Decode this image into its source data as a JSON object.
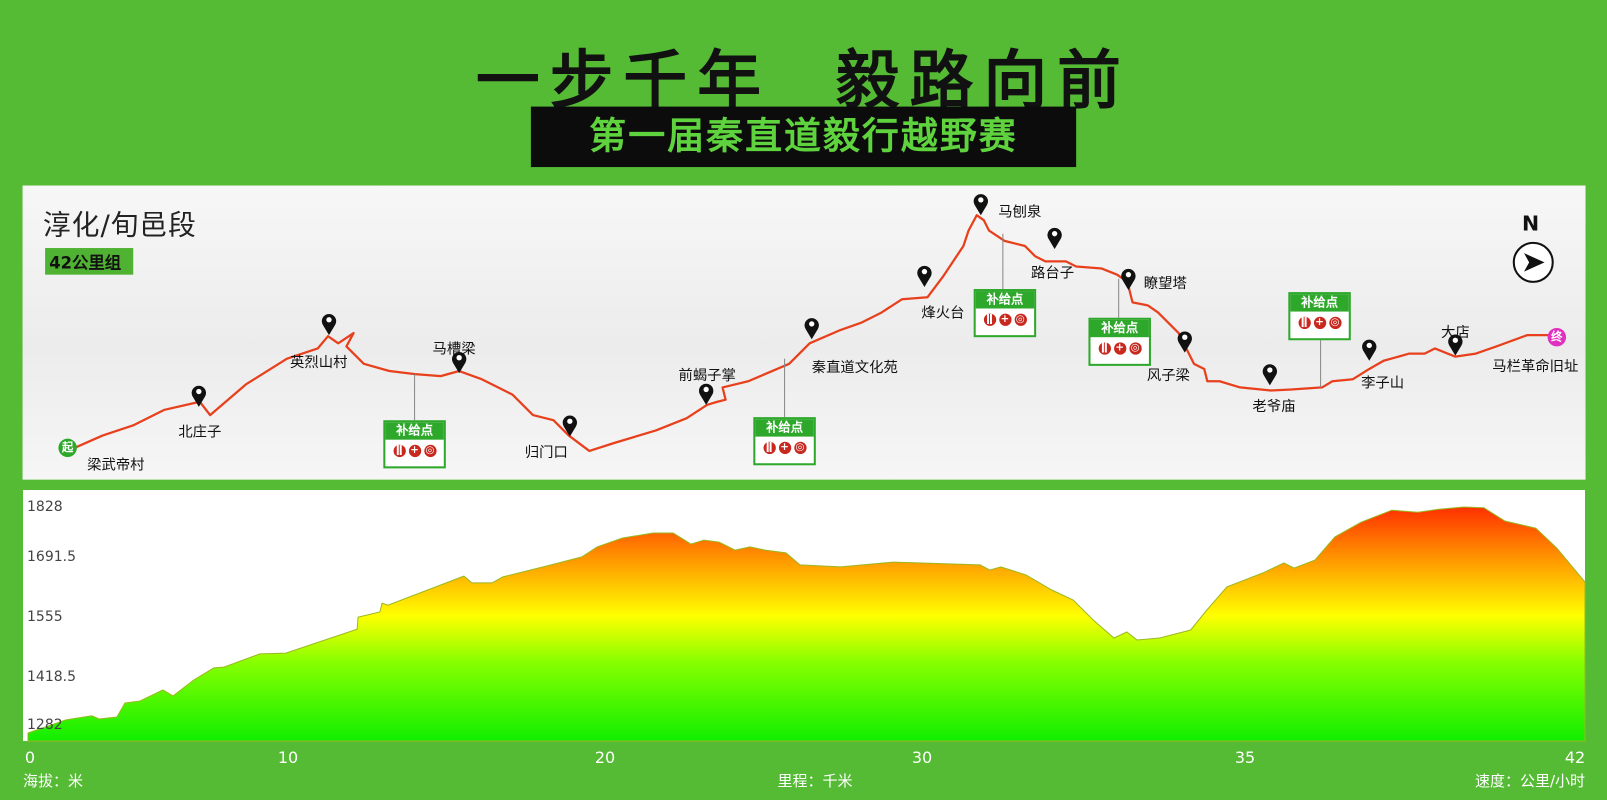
{
  "header": {
    "title": "一步千年  毅路向前",
    "subtitle": "第一届秦直道毅行越野赛"
  },
  "map": {
    "section_title": "淳化/旬邑段",
    "group_badge": "42公里组",
    "north_label": "N",
    "start_badge": "起",
    "end_badge": "终",
    "supply_label": "补给点",
    "supply_icons": [
      "food-icon",
      "medical-icon",
      "water-icon"
    ],
    "route_color": "#e8401c",
    "waypoints": [
      "梁武帝村",
      "北庄子",
      "英烈山村",
      "马槽梁",
      "归门口",
      "前蝎子掌",
      "秦直道文化苑",
      "烽火台",
      "马刨泉",
      "路台子",
      "瞭望塔",
      "风子梁",
      "老爷庙",
      "李子山",
      "大店",
      "马栏革命旧址"
    ]
  },
  "footer": {
    "elevation_unit": "海拔：米",
    "distance_unit": "里程：千米",
    "speed_unit": "速度：公里/小时"
  },
  "chart_data": {
    "type": "area",
    "title": "",
    "xlabel": "里程：千米",
    "ylabel": "海拔：米",
    "xticks": [
      "0",
      "10",
      "20",
      "30",
      "35",
      "42"
    ],
    "yticks": [
      "1828",
      "1691.5",
      "1555",
      "1418.5",
      "1282"
    ],
    "ylim": [
      1240,
      1830
    ],
    "xlim": [
      0,
      42
    ],
    "points": [
      [
        0,
        1262
      ],
      [
        1.46,
        1295
      ],
      [
        2.46,
        1305
      ],
      [
        2.73,
        1297
      ],
      [
        3.42,
        1302
      ],
      [
        3.73,
        1337
      ],
      [
        4.31,
        1342
      ],
      [
        5.19,
        1370
      ],
      [
        5.58,
        1355
      ],
      [
        6.38,
        1395
      ],
      [
        7.15,
        1425
      ],
      [
        7.54,
        1427
      ],
      [
        8.92,
        1460
      ],
      [
        9.92,
        1462
      ],
      [
        12.18,
        1522
      ],
      [
        12.21,
        1552
      ],
      [
        12.9,
        1565
      ],
      [
        12.97,
        1587
      ],
      [
        13.15,
        1582
      ],
      [
        15.55,
        1655
      ],
      [
        15.8,
        1638
      ],
      [
        16.44,
        1638
      ],
      [
        16.78,
        1653
      ],
      [
        18.3,
        1683
      ],
      [
        19.27,
        1703
      ],
      [
        19.75,
        1728
      ],
      [
        20.54,
        1750
      ],
      [
        21.51,
        1763
      ],
      [
        22.15,
        1763
      ],
      [
        22.71,
        1735
      ],
      [
        23.12,
        1745
      ],
      [
        23.6,
        1740
      ],
      [
        24.1,
        1720
      ],
      [
        24.57,
        1728
      ],
      [
        25.05,
        1720
      ],
      [
        25.71,
        1713
      ],
      [
        26.15,
        1683
      ],
      [
        27.44,
        1678
      ],
      [
        29.09,
        1690
      ],
      [
        29.87,
        1688
      ],
      [
        30.9,
        1683
      ],
      [
        31.05,
        1670
      ],
      [
        31.22,
        1678
      ],
      [
        31.61,
        1658
      ],
      [
        32.01,
        1620
      ],
      [
        32.34,
        1595
      ],
      [
        32.65,
        1545
      ],
      [
        32.97,
        1500
      ],
      [
        33.17,
        1515
      ],
      [
        33.33,
        1495
      ],
      [
        33.68,
        1500
      ],
      [
        34.16,
        1520
      ],
      [
        34.41,
        1570
      ],
      [
        34.72,
        1628
      ],
      [
        35.37,
        1663
      ],
      [
        35.8,
        1688
      ],
      [
        36.01,
        1675
      ],
      [
        36.44,
        1695
      ],
      [
        36.85,
        1753
      ],
      [
        37.39,
        1790
      ],
      [
        38.02,
        1820
      ],
      [
        38.56,
        1815
      ],
      [
        38.97,
        1822
      ],
      [
        39.5,
        1828
      ],
      [
        39.92,
        1826
      ],
      [
        40.35,
        1793
      ],
      [
        40.99,
        1775
      ],
      [
        41.42,
        1725
      ],
      [
        42,
        1640
      ]
    ],
    "gradient_colors": [
      "#10ee00",
      "#88ff00",
      "#ffff00",
      "#ff9900",
      "#ff2200"
    ],
    "grid": false
  }
}
